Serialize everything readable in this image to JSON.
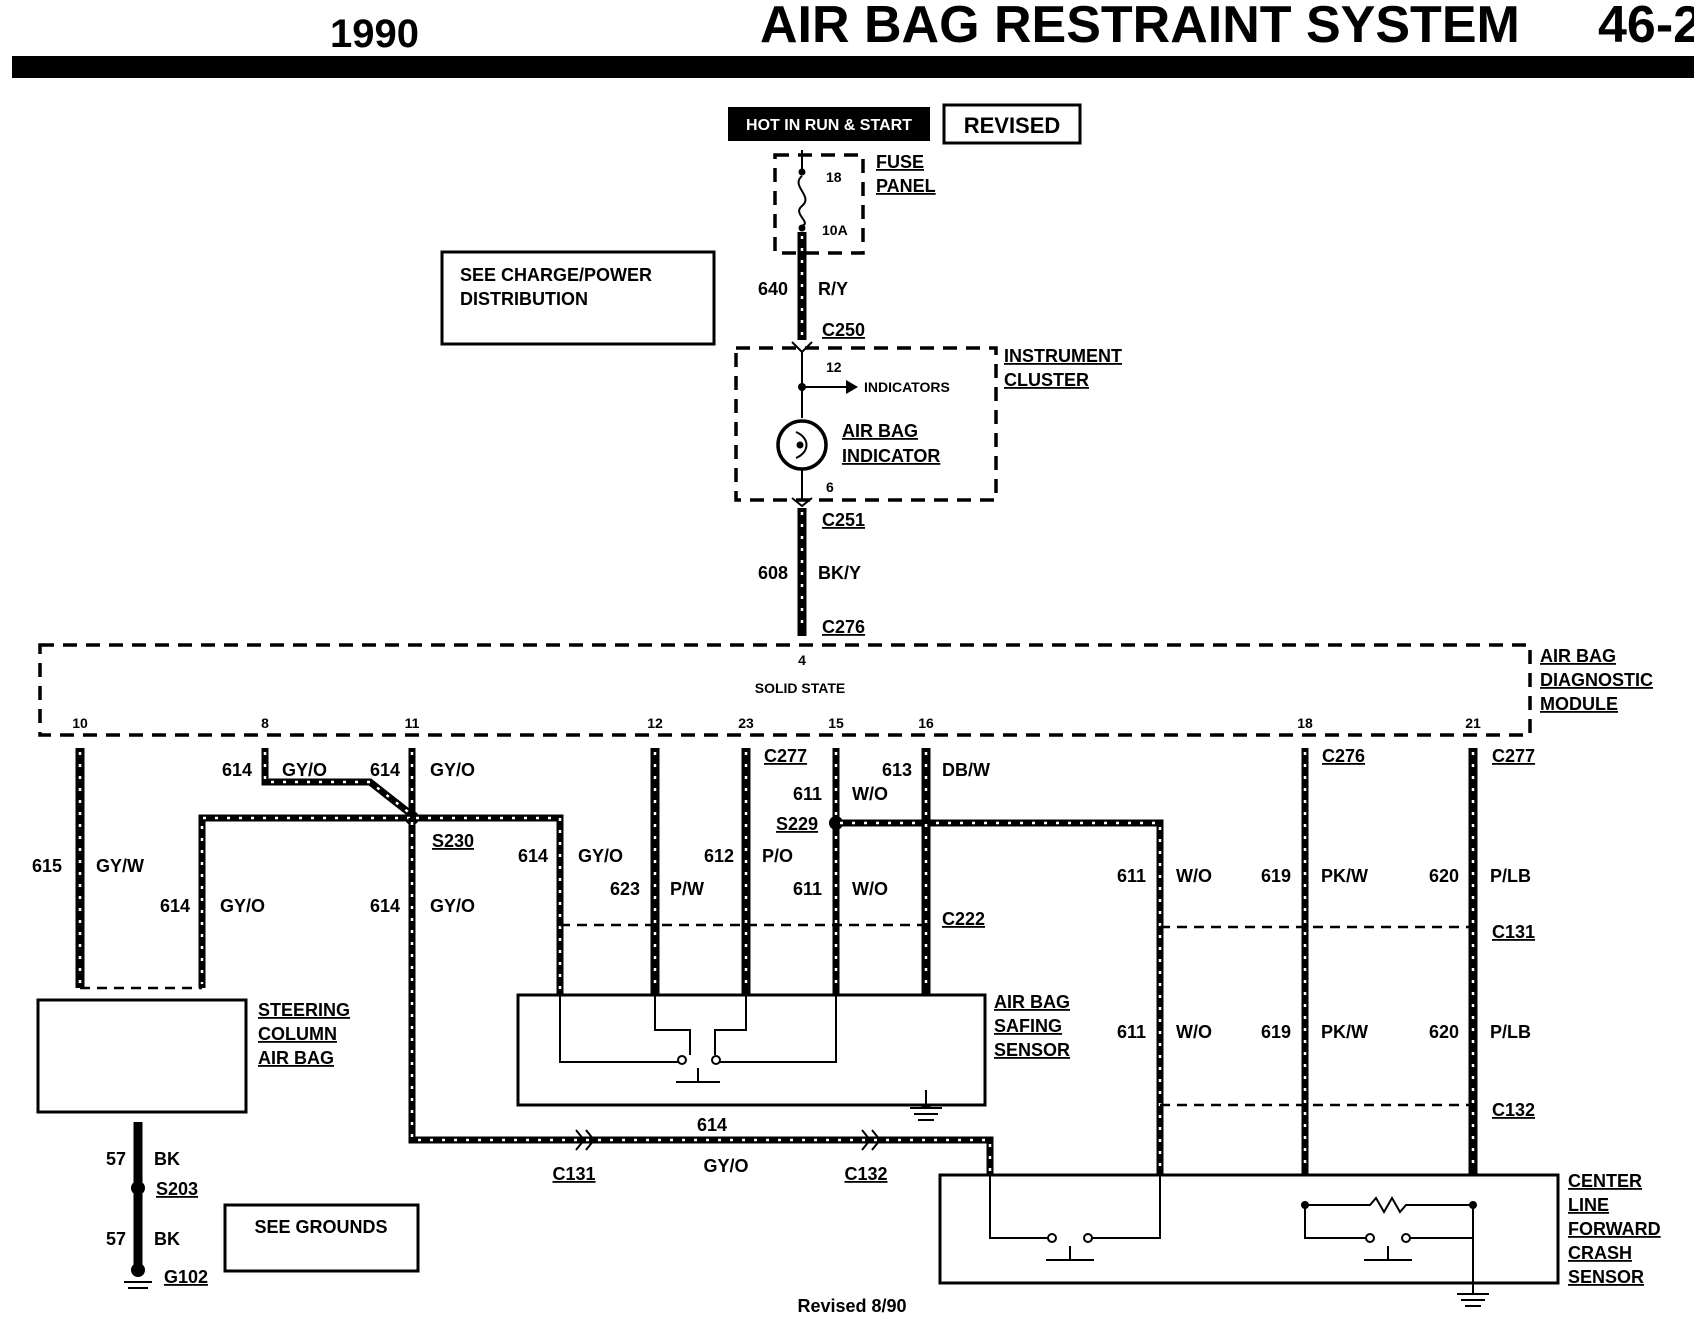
{
  "header": {
    "year": "1990",
    "title": "AIR BAG RESTRAINT SYSTEM",
    "page": "46-2"
  },
  "tags": {
    "hot": "HOT IN RUN & START",
    "revised": "REVISED"
  },
  "fuse": {
    "number": "18",
    "rating": "10A",
    "label_line1": "FUSE",
    "label_line2": "PANEL"
  },
  "see_charge": {
    "line1": "SEE CHARGE/POWER",
    "line2": "DISTRIBUTION"
  },
  "see_grounds": "SEE GROUNDS",
  "cluster": {
    "label_line1": "INSTRUMENT",
    "label_line2": "CLUSTER",
    "pin_top": "12",
    "pin_bottom": "6",
    "indicators": "INDICATORS",
    "lamp_line1": "AIR BAG",
    "lamp_line2": "INDICATOR"
  },
  "module": {
    "label_line1": "AIR BAG",
    "label_line2": "DIAGNOSTIC",
    "label_line3": "MODULE",
    "inner": "SOLID STATE",
    "pin_top": "4",
    "pins": [
      "10",
      "8",
      "11",
      "12",
      "23",
      "15",
      "16",
      "18",
      "21"
    ]
  },
  "connectors": {
    "c250": "C250",
    "c251": "C251",
    "c276": "C276",
    "c277a": "C277",
    "c222": "C222",
    "c276b": "C276",
    "c277b": "C277",
    "c131a": "C131",
    "c132a": "C132",
    "c131b": "C131",
    "c132b": "C132"
  },
  "splices": {
    "s230": "S230",
    "s229": "S229",
    "s203": "S203",
    "g102": "G102"
  },
  "wires": {
    "w640_num": "640",
    "w640_color": "R/Y",
    "w608_num": "608",
    "w608_color": "BK/Y",
    "w615_num": "615",
    "w615_color": "GY/W",
    "w614a_num": "614",
    "w614a_color": "GY/O",
    "w614b_num": "614",
    "w614b_color": "GY/O",
    "w614c_num": "614",
    "w614c_color": "GY/O",
    "w614d_num": "614",
    "w614d_color": "GY/O",
    "w614e_num": "614",
    "w614e_color": "GY/O",
    "w614f_num": "614",
    "w614f_color": "GY/O",
    "w623_num": "623",
    "w623_color": "P/W",
    "w612_num": "612",
    "w612_color": "P/O",
    "w611a_num": "611",
    "w611a_color": "W/O",
    "w611b_num": "611",
    "w611b_color": "W/O",
    "w613_num": "613",
    "w613_color": "DB/W",
    "w611c_num": "611",
    "w611c_color": "W/O",
    "w619a_num": "619",
    "w619a_color": "PK/W",
    "w620a_num": "620",
    "w620a_color": "P/LB",
    "w611d_num": "611",
    "w611d_color": "W/O",
    "w619b_num": "619",
    "w619b_color": "PK/W",
    "w620b_num": "620",
    "w620b_color": "P/LB",
    "w57a_num": "57",
    "w57a_color": "BK",
    "w57b_num": "57",
    "w57b_color": "BK"
  },
  "components": {
    "steering_line1": "STEERING",
    "steering_line2": "COLUMN",
    "steering_line3": "AIR BAG",
    "safing_line1": "AIR BAG",
    "safing_line2": "SAFING",
    "safing_line3": "SENSOR",
    "crash_line1": "CENTER",
    "crash_line2": "LINE",
    "crash_line3": "FORWARD",
    "crash_line4": "CRASH",
    "crash_line5": "SENSOR"
  },
  "footer": "Revised 8/90"
}
